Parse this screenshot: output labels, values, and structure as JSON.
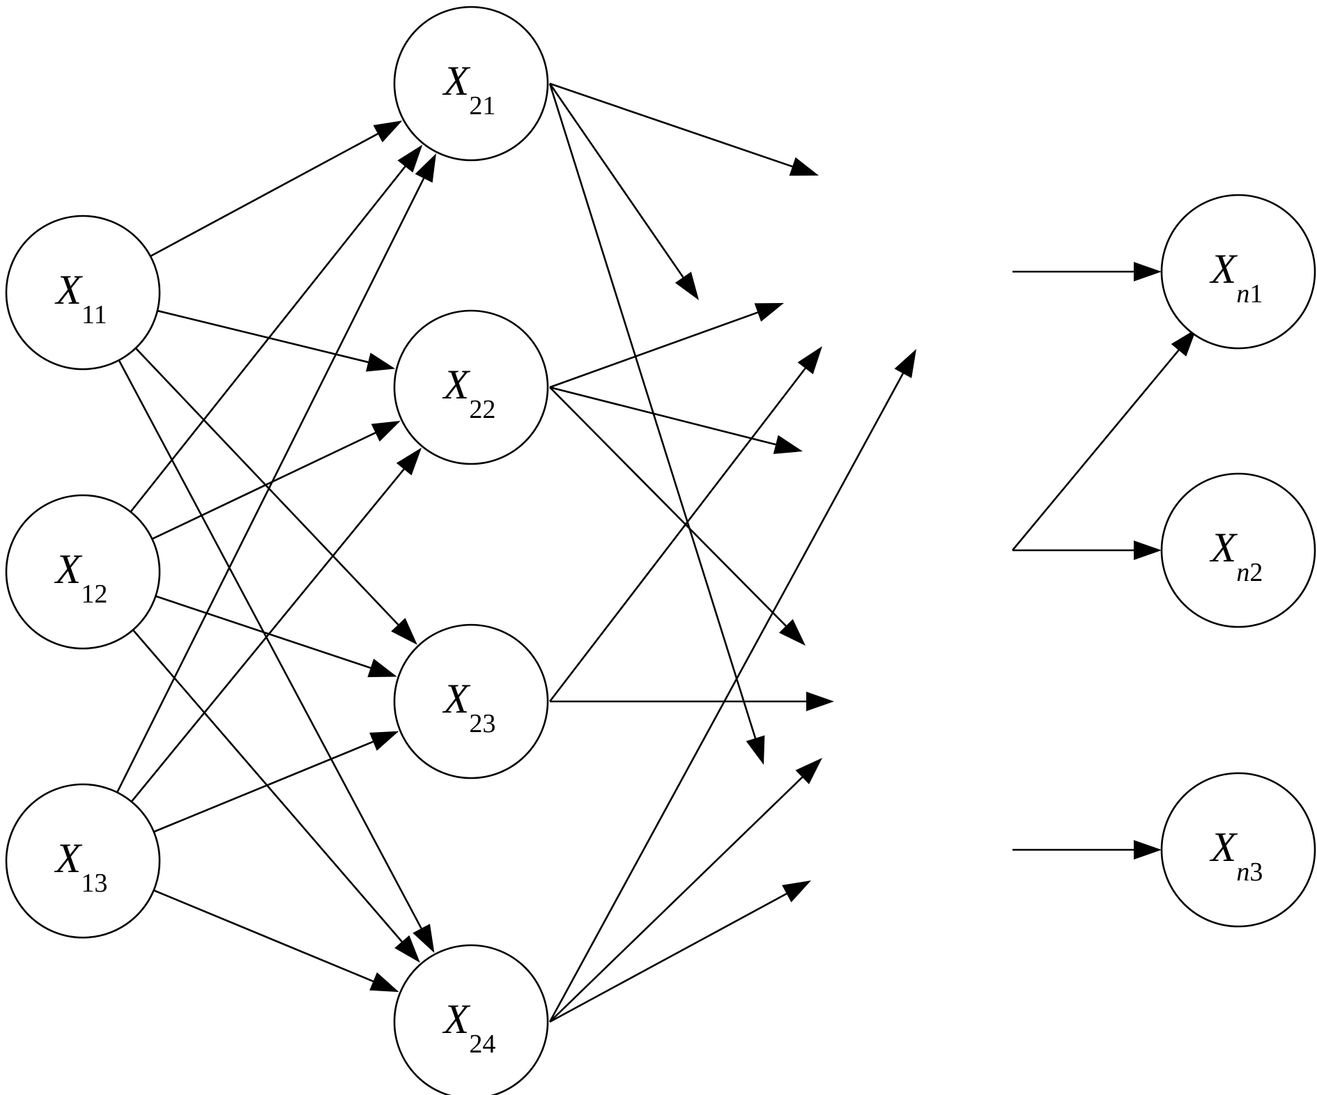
{
  "colors": {
    "stroke": "#000000",
    "background": "#ffffff"
  },
  "nodes": [
    {
      "id": "x11",
      "var": "X",
      "sub_italic": "",
      "sub": "11"
    },
    {
      "id": "x12",
      "var": "X",
      "sub_italic": "",
      "sub": "12"
    },
    {
      "id": "x13",
      "var": "X",
      "sub_italic": "",
      "sub": "13"
    },
    {
      "id": "x21",
      "var": "X",
      "sub_italic": "",
      "sub": "21"
    },
    {
      "id": "x22",
      "var": "X",
      "sub_italic": "",
      "sub": "22"
    },
    {
      "id": "x23",
      "var": "X",
      "sub_italic": "",
      "sub": "23"
    },
    {
      "id": "x24",
      "var": "X",
      "sub_italic": "",
      "sub": "24"
    },
    {
      "id": "xn1",
      "var": "X",
      "sub_italic": "n",
      "sub": "1"
    },
    {
      "id": "xn2",
      "var": "X",
      "sub_italic": "n",
      "sub": "2"
    },
    {
      "id": "xn3",
      "var": "X",
      "sub_italic": "n",
      "sub": "3"
    }
  ],
  "edges": [
    {
      "from": "x11",
      "to": "x21"
    },
    {
      "from": "x11",
      "to": "x22"
    },
    {
      "from": "x11",
      "to": "x23"
    },
    {
      "from": "x11",
      "to": "x24"
    },
    {
      "from": "x12",
      "to": "x21"
    },
    {
      "from": "x12",
      "to": "x22"
    },
    {
      "from": "x12",
      "to": "x23"
    },
    {
      "from": "x12",
      "to": "x24"
    },
    {
      "from": "x13",
      "to": "x21"
    },
    {
      "from": "x13",
      "to": "x22"
    },
    {
      "from": "x13",
      "to": "x23"
    },
    {
      "from": "x13",
      "to": "x24"
    },
    {
      "from": "x21",
      "to": "outgoing"
    },
    {
      "from": "x22",
      "to": "outgoing"
    },
    {
      "from": "x23",
      "to": "outgoing"
    },
    {
      "from": "x24",
      "to": "outgoing"
    },
    {
      "from": "incoming",
      "to": "xn1"
    },
    {
      "from": "incoming",
      "to": "xn2"
    },
    {
      "from": "incoming",
      "to": "xn3"
    }
  ]
}
